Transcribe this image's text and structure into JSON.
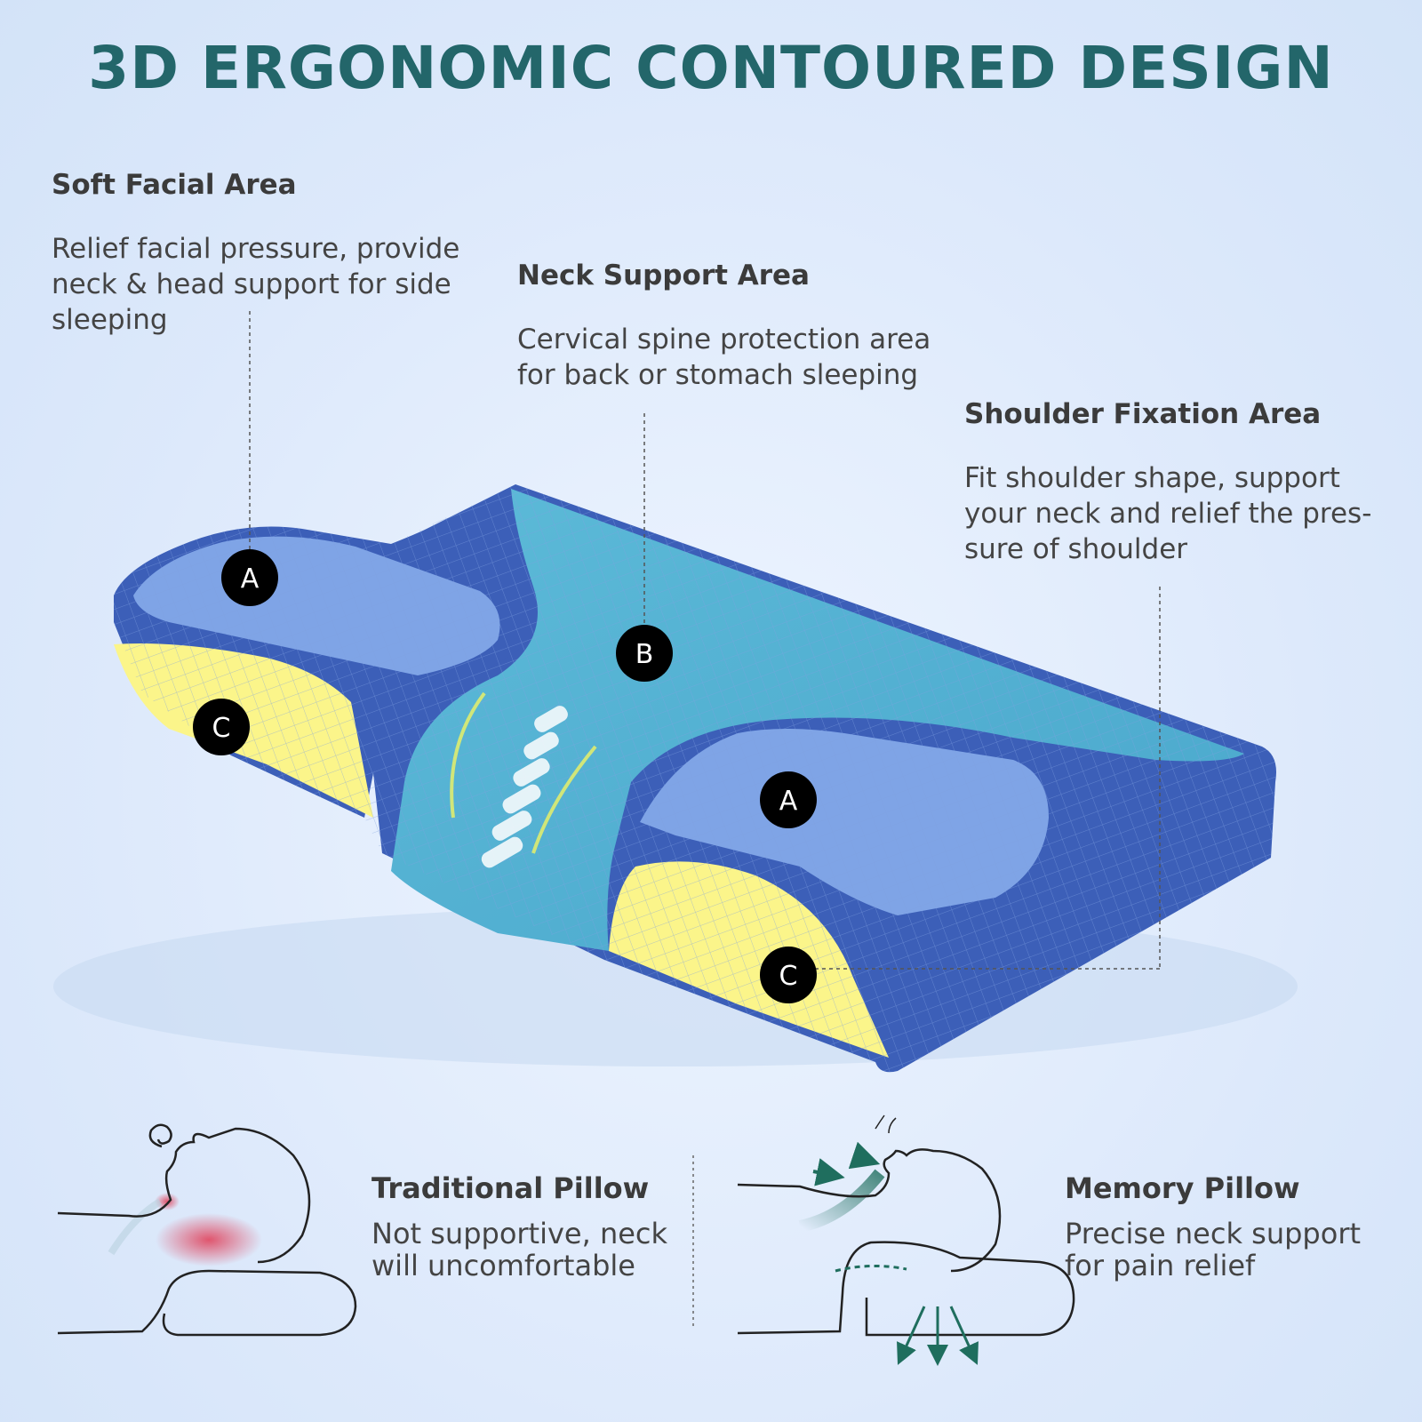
{
  "title": "3D ERGONOMIC CONTOURED DESIGN",
  "callouts": {
    "facial": {
      "heading": "Soft Facial Area",
      "body": "Relief facial pressure, provide neck & head support for side sleeping"
    },
    "neck": {
      "heading": "Neck Support Area",
      "body": "Cervical spine protection area for back or stomach sleeping"
    },
    "shoulder": {
      "heading": "Shoulder Fixation Area",
      "body": "Fit shoulder shape, support your neck and relief the pres-sure of shoulder"
    }
  },
  "markers": {
    "a_left": "A",
    "a_right": "A",
    "b": "B",
    "c_left": "C",
    "c_right": "C"
  },
  "comparison": {
    "traditional": {
      "heading": "Traditional Pillow",
      "body": "Not supportive, neck will uncomfortable"
    },
    "memory": {
      "heading": "Memory Pillow",
      "body": "Precise neck support for pain relief"
    }
  },
  "colors": {
    "title": "#23666a",
    "pillow_blue": "#3c5fb8",
    "pillow_teal": "#5bb5d5",
    "foam_yellow": "#fbf58a",
    "marker": "#000000",
    "pain_red": "#e0455e",
    "arrow_green": "#1f6e5e"
  }
}
